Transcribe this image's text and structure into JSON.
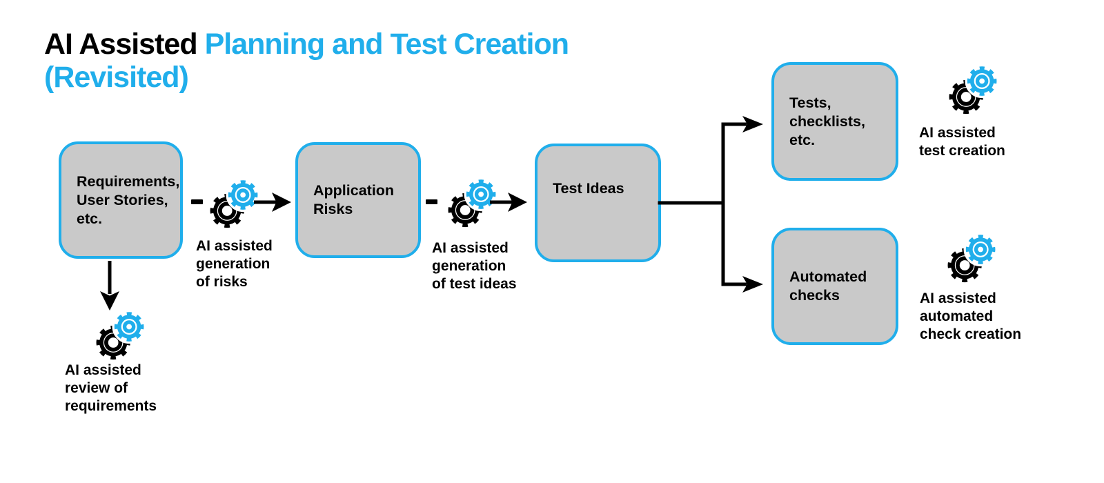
{
  "title": {
    "prefix": "AI Assisted",
    "highlight": "Planning and Test Creation",
    "line2": "(Revisited)"
  },
  "colors": {
    "accent": "#20AEEB",
    "box-fill": "#C9C9C9",
    "line": "#000000"
  },
  "boxes": [
    {
      "id": "requirements",
      "label": "Requirements,\nUser Stories,\netc."
    },
    {
      "id": "application-risks",
      "label": "Application\nRisks"
    },
    {
      "id": "test-ideas",
      "label": "Test Ideas"
    },
    {
      "id": "tests-checklists",
      "label": "Tests,\nchecklists,\netc."
    },
    {
      "id": "automated-checks",
      "label": "Automated\nchecks"
    }
  ],
  "captions": {
    "generation_of_risks": "AI assisted\ngeneration\nof risks",
    "generation_of_test_ideas": "AI assisted\ngeneration\nof test ideas",
    "review_of_requirements": "AI assisted\nreview of\nrequirements",
    "test_creation": "AI assisted\ntest creation",
    "automated_check_creation": "AI assisted\nautomated\ncheck creation"
  },
  "icons": {
    "gears": "ai-gears-icon (black gear + cyan gear)",
    "arrow": "solid black dart arrow",
    "dash": "short dash segment"
  }
}
